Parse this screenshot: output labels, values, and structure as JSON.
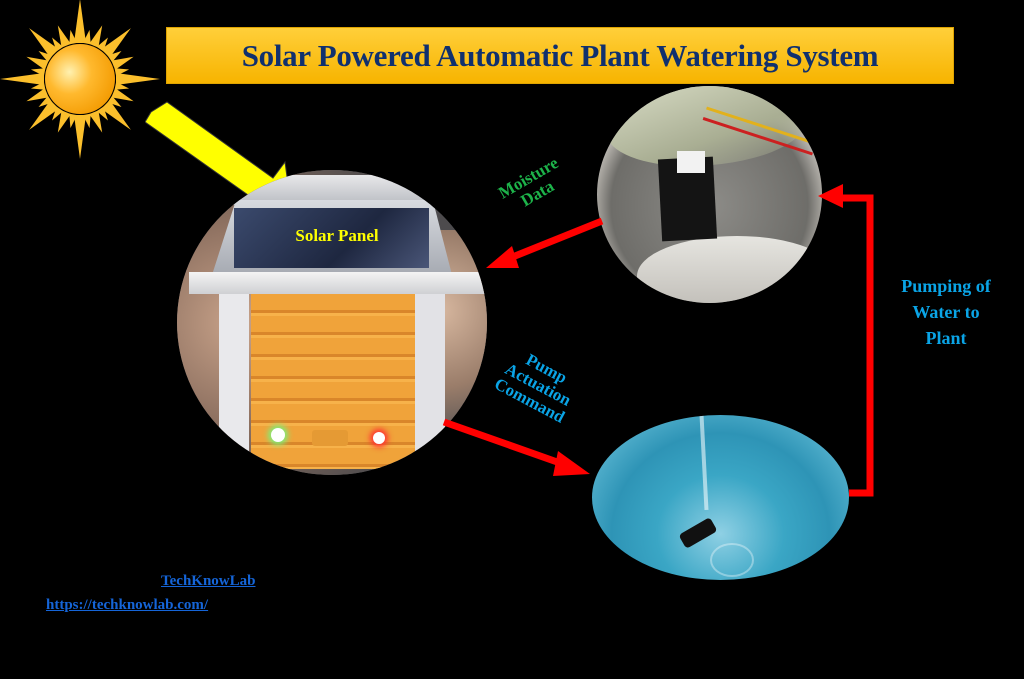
{
  "title": "Solar Powered Automatic Plant Watering System",
  "colors": {
    "background": "#000000",
    "title_bar": "#f7b400",
    "title_text": "#10306e",
    "sun_arrow": "#ffff00",
    "flow_arrows": "#ff0000",
    "moisture_label": "#1db34a",
    "pump_labels": "#0aa4e6",
    "solar_label": "#ffff00",
    "links": "#1565d8"
  },
  "nodes": {
    "sun": {
      "icon": "sun-icon"
    },
    "device": {
      "label": "Solar Panel",
      "led_left": "green",
      "led_right": "red"
    },
    "sensor": {
      "description": "Soil moisture sensor in plant pot"
    },
    "tank": {
      "description": "Water tank with submersible pump"
    }
  },
  "edges": {
    "moisture": {
      "line1": "Moisture",
      "line2": "Data"
    },
    "pump_command": {
      "line1": "Pump",
      "line2": "Actuation",
      "line3": "Command"
    },
    "pumping": {
      "line1": "Pumping of",
      "line2": "Water to",
      "line3": "Plant"
    }
  },
  "footer": {
    "brand": "TechKnowLab",
    "url": "https://techknowlab.com/"
  }
}
